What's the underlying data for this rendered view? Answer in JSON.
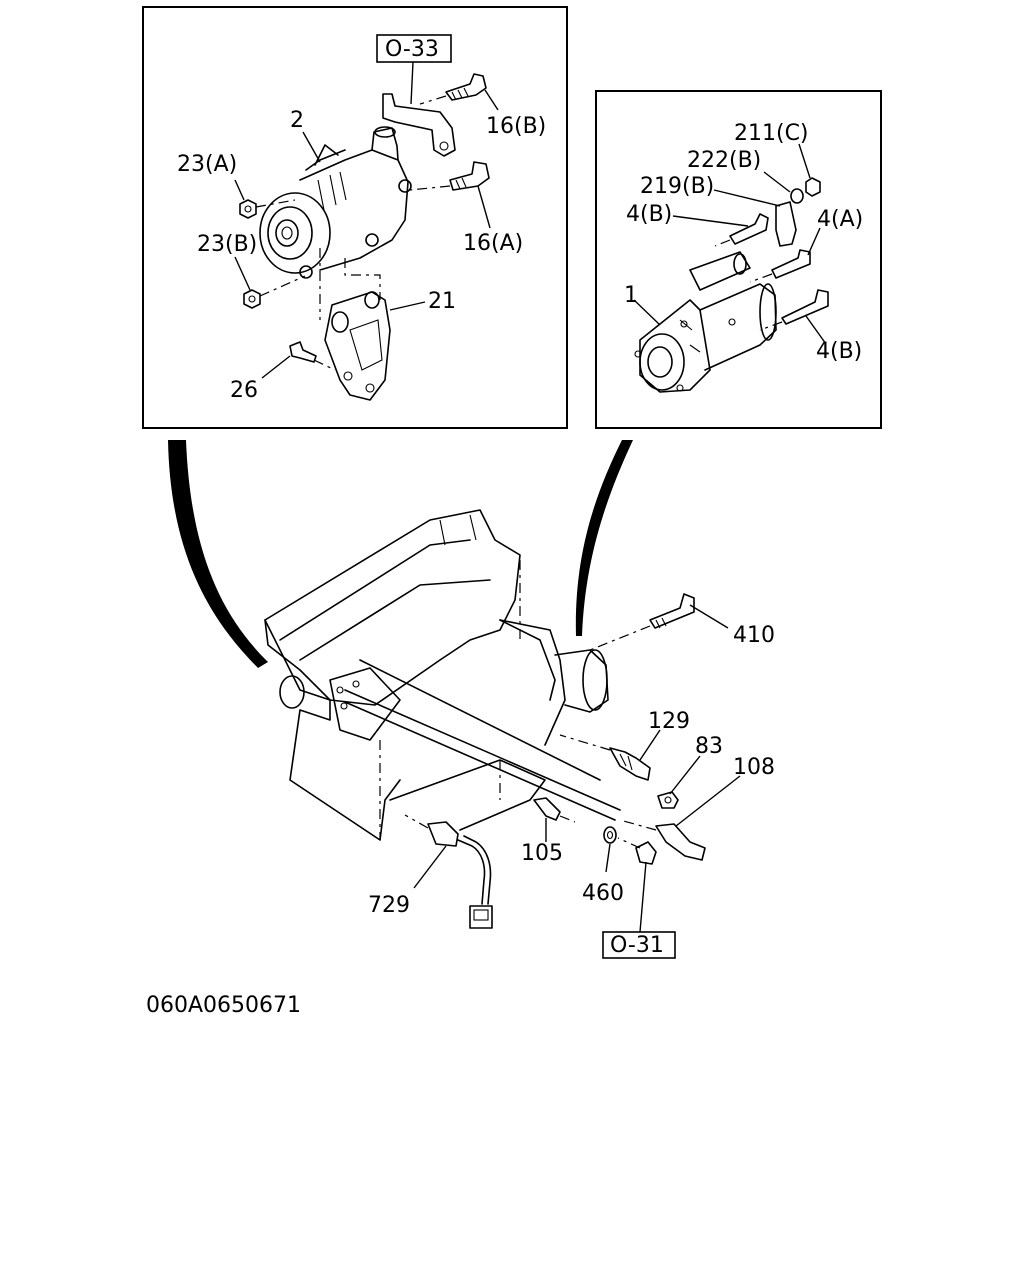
{
  "references": {
    "o33": "O-33",
    "o31": "O-31"
  },
  "alternator_panel": {
    "labels": {
      "p2": "2",
      "p16b": "16(B)",
      "p23a": "23(A)",
      "p23b": "23(B)",
      "p16a": "16(A)",
      "p21": "21",
      "p26": "26"
    }
  },
  "starter_panel": {
    "labels": {
      "p211c": "211(C)",
      "p222b": "222(B)",
      "p219b": "219(B)",
      "p4b_top": "4(B)",
      "p4a": "4(A)",
      "p1": "1",
      "p4b_bottom": "4(B)"
    }
  },
  "engine": {
    "labels": {
      "p410": "410",
      "p129": "129",
      "p83": "83",
      "p108": "108",
      "p105": "105",
      "p460": "460",
      "p729": "729"
    }
  },
  "diagram_id": "060A0650671"
}
